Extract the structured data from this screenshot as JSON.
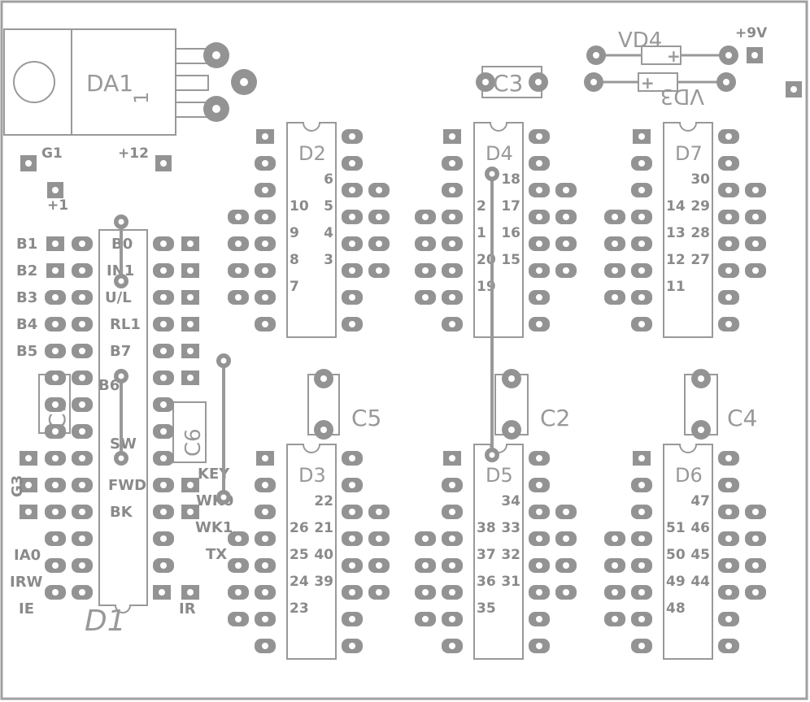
{
  "colors": {
    "outline": "#a0a0a0",
    "silk": "#999999",
    "copper": "#939393",
    "hole": "#ffffff",
    "label": "#8a8a8a"
  },
  "regulator": {
    "ref": "DA1",
    "pin1": "1"
  },
  "power_labels": {
    "g1": "G1",
    "plus12": "+12",
    "plus1": "+1",
    "plus9v": "+9V",
    "g3": "G3"
  },
  "diodes": {
    "vd4": "VD4",
    "vd3": "VD3"
  },
  "capacitors": {
    "c1": "C1",
    "c2": "C2",
    "c3": "C3",
    "c4": "C4",
    "c5": "C5",
    "c6": "C6"
  },
  "d1": {
    "ref": "D1",
    "left_labels": [
      "B1",
      "B2",
      "B3",
      "B4",
      "B5",
      "G3",
      "IA0",
      "IRW",
      "IE"
    ],
    "inner_labels": [
      "B0",
      "IN1",
      "U/L",
      "RL1",
      "B7",
      "B6",
      "SW",
      "FWD",
      "BK"
    ],
    "right_labels": [
      "KEY",
      "WK0",
      "WK1",
      "TX",
      "IR"
    ]
  },
  "chips": {
    "d2": {
      "ref": "D2",
      "left": [
        "10",
        "9",
        "8",
        "7"
      ],
      "right": [
        "6",
        "5",
        "4",
        "3"
      ]
    },
    "d4": {
      "ref": "D4",
      "left": [
        "2",
        "1",
        "20",
        "19"
      ],
      "right": [
        "18",
        "17",
        "16",
        "15"
      ]
    },
    "d7": {
      "ref": "D7",
      "left": [
        "14",
        "13",
        "12",
        "11"
      ],
      "right": [
        "30",
        "29",
        "28",
        "27"
      ]
    },
    "d3": {
      "ref": "D3",
      "left": [
        "26",
        "25",
        "24",
        "23"
      ],
      "right": [
        "22",
        "21",
        "40",
        "39"
      ]
    },
    "d5": {
      "ref": "D5",
      "left": [
        "38",
        "37",
        "36",
        "35"
      ],
      "right": [
        "34",
        "33",
        "32",
        "31"
      ]
    },
    "d6": {
      "ref": "D6",
      "left": [
        "51",
        "50",
        "49",
        "48"
      ],
      "right": [
        "47",
        "46",
        "45",
        "44"
      ]
    }
  }
}
